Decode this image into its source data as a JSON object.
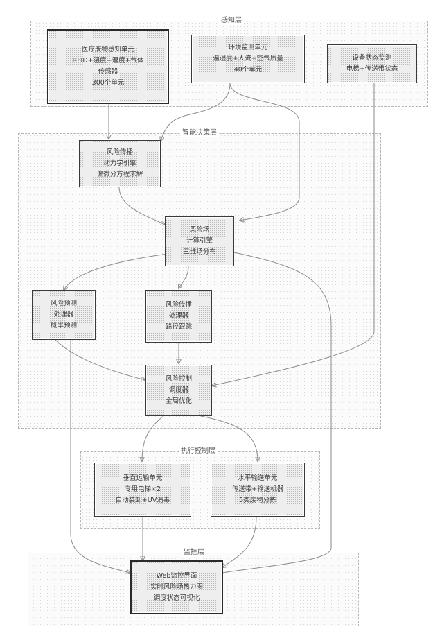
{
  "layers": {
    "perception": "感知层",
    "decision": "智能决策层",
    "execution": "执行控制层",
    "interaction": "监控层"
  },
  "nodes": {
    "medical_sensing": [
      "医疗废物感知单元",
      "RFID+温度+湿度+气体",
      "传感器",
      "300个单元"
    ],
    "environment_monitoring": [
      "环境监测单元",
      "温湿度+人流+空气质量",
      "40个单元"
    ],
    "equipment_status": [
      "设备状态监测",
      "电梯+传送带状态"
    ],
    "risk_propagation": [
      "风险传播",
      "动力学引擎",
      "偏微分方程求解"
    ],
    "risk_field": [
      "风险场",
      "计算引擎",
      "三维场分布"
    ],
    "risk_prediction": [
      "风险预测",
      "处理器",
      "概率预测"
    ],
    "risk_tracking": [
      "风险传播",
      "处理器",
      "路径跟踪"
    ],
    "risk_control": [
      "风险控制",
      "调度器",
      "全局优化"
    ],
    "vertical_transport": [
      "垂直运输单元",
      "专用电梯×2",
      "自动装卸+UV消毒"
    ],
    "horizontal_transport": [
      "水平输送单元",
      "传送带+输送机器",
      "5类废物分拣"
    ],
    "web_monitor": [
      "Web监控界面",
      "实时风险场热力图",
      "调度状态可视化"
    ]
  }
}
